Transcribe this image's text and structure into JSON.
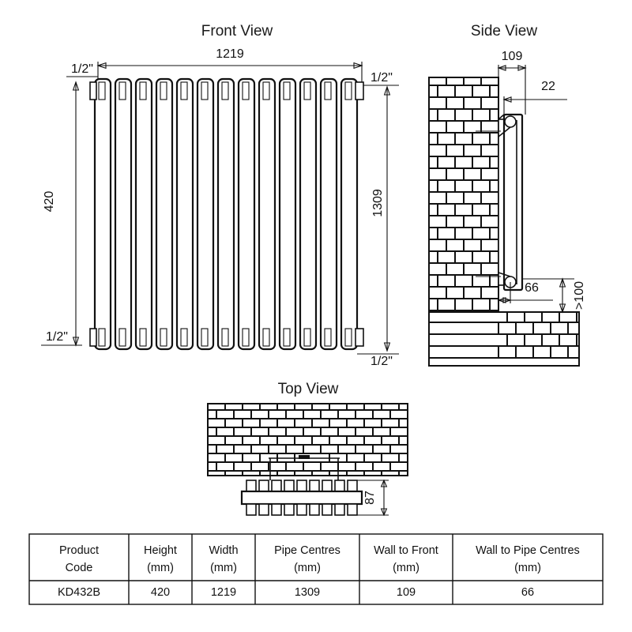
{
  "document": {
    "type": "technical-drawing",
    "subject": "Vertical column radiator dimensioned drawing"
  },
  "views": {
    "front": {
      "title": "Front View",
      "dim_width": "1219",
      "dim_height": "420",
      "dim_pipe_centres": "1309",
      "corner_labels": [
        "1/2\"",
        "1/2\"",
        "1/2\"",
        "1/2\""
      ],
      "fin_count": 13
    },
    "side": {
      "title": "Side View",
      "dim_wall_to_front": "109",
      "dim_bracket_offset": "22",
      "dim_wall_to_pipe_centres": "66",
      "dim_floor_clearance": ">100"
    },
    "top": {
      "title": "Top View",
      "dim_depth": "87"
    }
  },
  "table": {
    "headers": [
      "Product Code",
      "Height (mm)",
      "Width (mm)",
      "Pipe Centres (mm)",
      "Wall to Front (mm)",
      "Wall to Pipe Centres (mm)"
    ],
    "header_lines": [
      [
        "Product",
        "Code"
      ],
      [
        "Height",
        "(mm)"
      ],
      [
        "Width",
        "(mm)"
      ],
      [
        "Pipe Centres",
        "(mm)"
      ],
      [
        "Wall to Front",
        "(mm)"
      ],
      [
        "Wall to Pipe Centres",
        "(mm)"
      ]
    ],
    "rows": [
      {
        "product_code": "KD432B",
        "height_mm": "420",
        "width_mm": "1219",
        "pipe_centres_mm": "1309",
        "wall_to_front_mm": "109",
        "wall_to_pipe_centres_mm": "66"
      }
    ]
  },
  "colors": {
    "line": "#111111",
    "background": "#ffffff",
    "fill": "#ffffff"
  }
}
